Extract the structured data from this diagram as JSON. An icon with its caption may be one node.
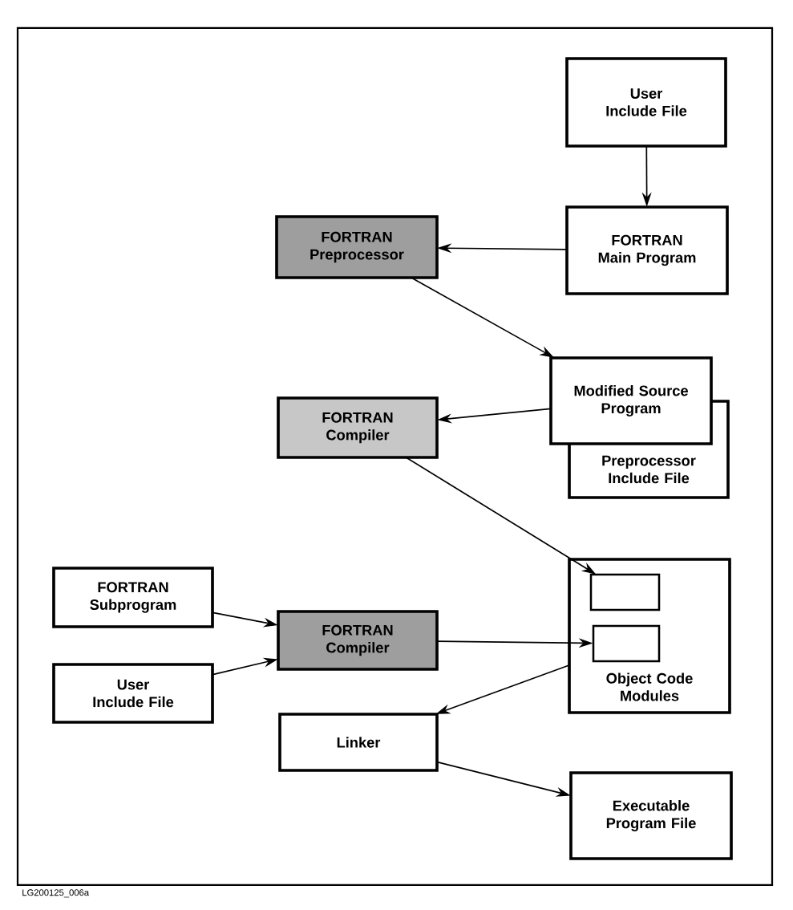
{
  "diagram": {
    "nodes": [
      {
        "text": [
          "User Include File"
        ]
      },
      {
        "text": [
          "FORTRAN Main Program"
        ]
      },
      {
        "text": [
          "FORTRAN Preprocessor"
        ]
      },
      {
        "text": [
          "Modified Source Program"
        ]
      },
      {
        "text": [
          "Preprocessor Include File"
        ]
      },
      {
        "text": [
          "FORTRAN Compiler"
        ]
      },
      {
        "text": [
          "Object Code Modules"
        ]
      },
      {
        "text": [],
        "shape": "box",
        "in": 6
      },
      {
        "text": [],
        "shape": "box",
        "in": 6
      },
      {
        "text": [
          "FORTRAN Subprogram"
        ]
      },
      {
        "text": [
          "FORTRAN Compiler"
        ]
      },
      {
        "text": [
          "User Include File"
        ]
      },
      {
        "text": [
          "Linker"
        ]
      },
      {
        "text": [
          "Executable Program File"
        ]
      }
    ],
    "edges": [
      {
        "from": 0,
        "to": 1,
        "arrow": "to"
      },
      {
        "from": 1,
        "to": 2,
        "arrow": "to"
      },
      {
        "from": 2,
        "to": 3,
        "arrow": "to"
      },
      {
        "from": 3,
        "to": 5,
        "arrow": "to"
      },
      {
        "from": 5,
        "to": 7,
        "arrow": "to"
      },
      {
        "from": 9,
        "to": 10,
        "arrow": "to"
      },
      {
        "from": 11,
        "to": 10,
        "arrow": "to"
      },
      {
        "from": 10,
        "to": 8,
        "arrow": "to"
      },
      {
        "from": 6,
        "to": 12,
        "arrow": "to"
      },
      {
        "from": 12,
        "to": 13,
        "arrow": "to"
      }
    ],
    "labels": [
      "LG200125_006a"
    ]
  }
}
